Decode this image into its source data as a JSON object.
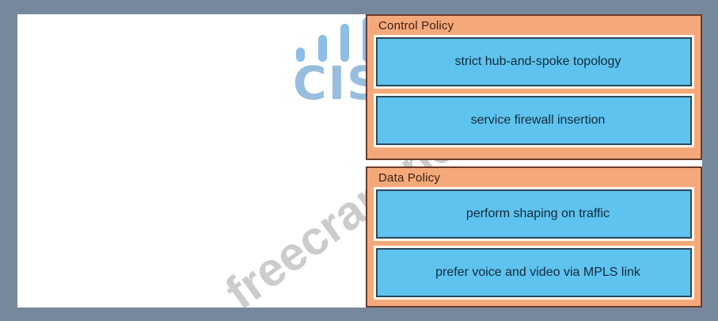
{
  "figure": {
    "frame_color": "#78889c",
    "paper_color": "#ffffff",
    "panel_fill": "#f5a97b",
    "panel_border": "#6b3a2a",
    "row_fill": "#5ec3ee",
    "row_border": "#2c4858"
  },
  "watermarks": {
    "brand_text": "CISCO",
    "brand_color": "#8cb8dc",
    "bars_color": "#79b3e0",
    "site_text": "freecram.net",
    "site_color": "#b9b9b9"
  },
  "panels": [
    {
      "id": "control-policy",
      "title": "Control Policy",
      "rows": [
        {
          "label": "strict hub-and-spoke topology"
        },
        {
          "label": "service firewall insertion"
        }
      ]
    },
    {
      "id": "data-policy",
      "title": "Data Policy",
      "rows": [
        {
          "label": "perform shaping on traffic"
        },
        {
          "label": "prefer voice and video via MPLS link"
        }
      ]
    }
  ]
}
